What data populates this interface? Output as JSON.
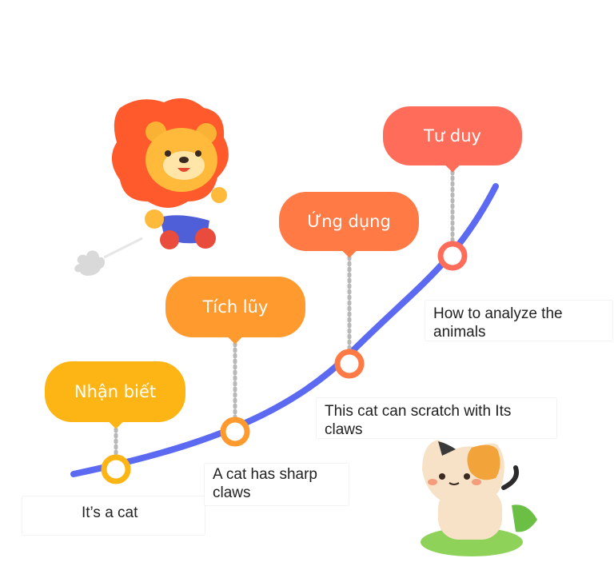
{
  "stages": [
    {
      "label": "Nhận biết",
      "description": "It’s a cat",
      "color": "#FDB515"
    },
    {
      "label": "Tích lũy",
      "description": "A cat has sharp claws",
      "color": "#FF9A2E"
    },
    {
      "label": "Ứng dụng",
      "description": "This cat can scratch with Its claws",
      "color": "#FF7A45"
    },
    {
      "label": "Tư duy",
      "description": "How to analyze the animals",
      "color": "#FF6D5A"
    }
  ],
  "colors": {
    "curve": "#5B6AF0",
    "dots": "#b8b8b8",
    "lion": "#FF5A2C",
    "cat": "#F7E2C8"
  }
}
